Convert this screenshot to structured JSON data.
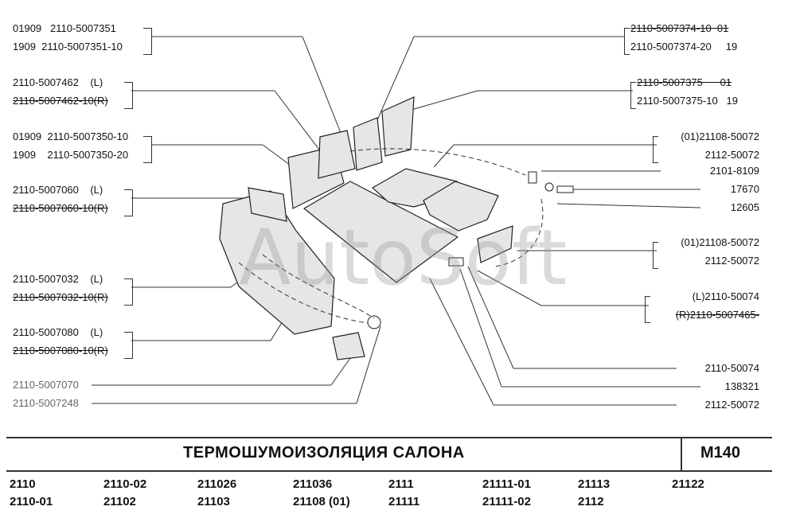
{
  "diagram": {
    "title": "ТЕРМОШУМОИЗОЛЯЦИЯ  САЛОНА",
    "code": "M140",
    "watermark": "AutoSoft",
    "left_labels": [
      {
        "line1": "01909   2110-5007351",
        "line2": "1909  2110-5007351-10"
      },
      {
        "line1": "2110-5007462    (L)",
        "line2": "2110-5007462-10(R)"
      },
      {
        "line1": "01909  2110-5007350-10",
        "line2": "1909    2110-5007350-20"
      },
      {
        "line1": "2110-5007060    (L)",
        "line2": "2110-5007060-10(R)"
      },
      {
        "line1": "2110-5007032    (L)",
        "line2": "2110-5007032-10(R)"
      },
      {
        "line1": "2110-5007080    (L)",
        "line2": "2110-5007080-10(R)"
      },
      {
        "line1": "2110-5007070"
      },
      {
        "line1": "2110-5007248"
      }
    ],
    "right_labels": [
      {
        "line1": "2110-5007374-10  01",
        "line2": "2110-5007374-20     19"
      },
      {
        "line1": "2110-5007375      01",
        "line2": "2110-5007375-10   19"
      },
      {
        "line1": "(01)21108-50072",
        "line2": "2112-50072"
      },
      {
        "line1": "2101-8109"
      },
      {
        "line1": "17670"
      },
      {
        "line1": "12605"
      },
      {
        "line1": "(01)21108-50072",
        "line2": "2112-50072"
      },
      {
        "line1": "(L)2110-50074",
        "line2": "(R)2110-5007465-"
      },
      {
        "line1": "2110-50074"
      },
      {
        "line1": "138321"
      },
      {
        "line1": "2112-50072"
      }
    ]
  },
  "models": {
    "row1": [
      "2110",
      "2110-02",
      "211026",
      "211036",
      "2111",
      "21111-01",
      "21113",
      "21122"
    ],
    "row2": [
      "2110-01",
      "21102",
      "21103",
      "21108  (01)",
      "21111",
      "21111-02",
      "2112"
    ]
  }
}
